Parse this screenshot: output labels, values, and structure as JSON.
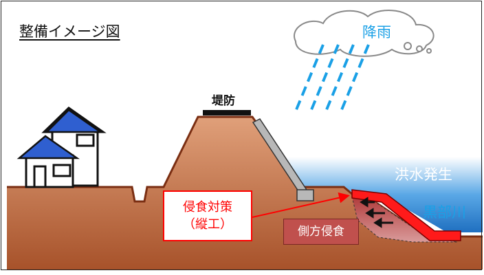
{
  "title": "整備イメージ図",
  "labels": {
    "rain": "降雨",
    "levee": "堤防",
    "flood": "洪水発生",
    "river": "黒部川",
    "countermeasure_line1": "侵食対策",
    "countermeasure_line2": "（縦工）",
    "side_erosion": "側方侵食"
  },
  "colors": {
    "ground_top": "#d9956b",
    "ground_bottom": "#a7522a",
    "water": "#1f7fcf",
    "roof": "#2f5fd0",
    "rain": "#1aa0e6",
    "measure": "#ff0000",
    "erosion": "#c0504d"
  }
}
